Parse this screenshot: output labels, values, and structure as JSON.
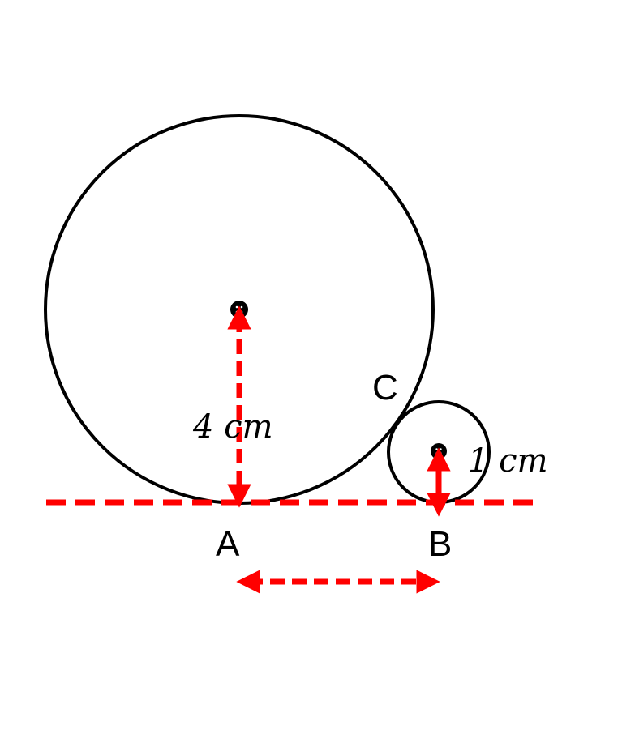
{
  "labels": {
    "point_a": "A",
    "point_b": "B",
    "point_c": "C",
    "radius_large": "4 cm",
    "radius_small": "1 cm"
  },
  "colors": {
    "stroke": "#000000",
    "accent": "#ff0000",
    "background": "#ffffff"
  }
}
